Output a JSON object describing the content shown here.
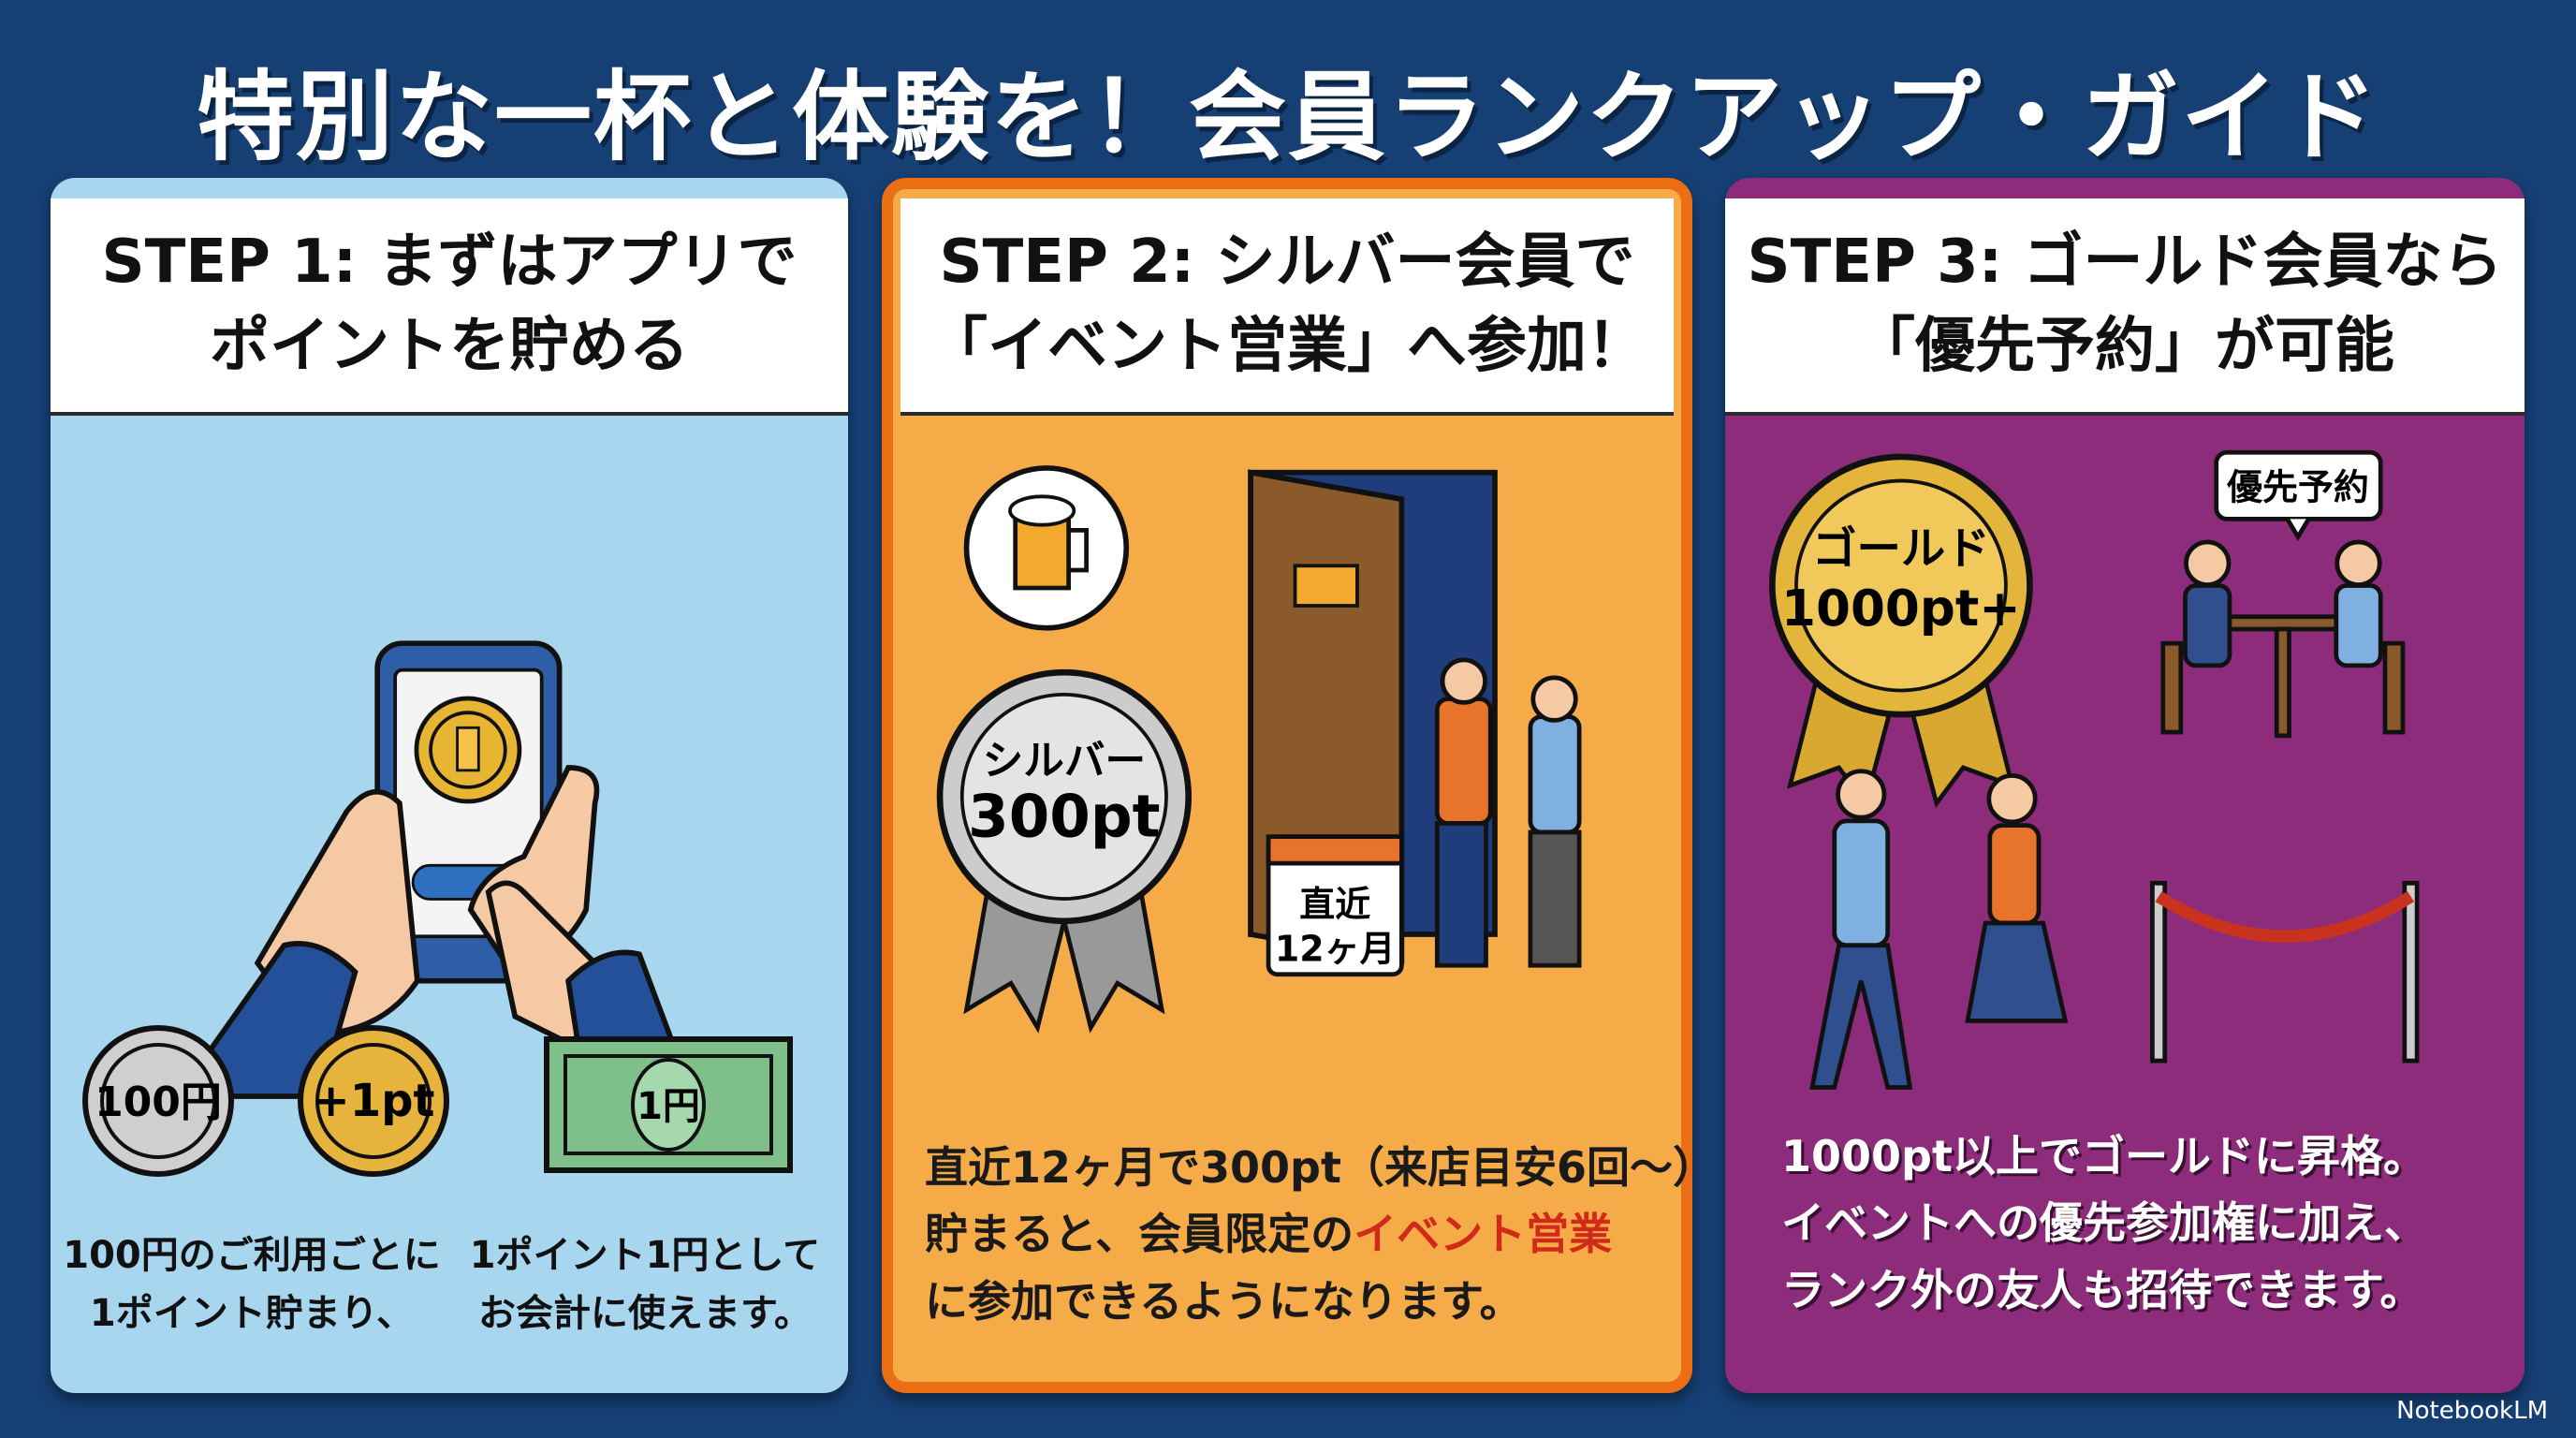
{
  "title": "特別な一杯と体験を！会員ランクアップ・ガイド",
  "steps": [
    {
      "heading_line1": "STEP 1: まずはアプリで",
      "heading_line2": "ポイントを貯める",
      "coin_labels": [
        "100円",
        "+1pt",
        "1円"
      ],
      "captions": [
        [
          "100円のご利用ごとに",
          "1ポイント貯まり、"
        ],
        [
          "1ポイント1円として",
          "お会計に使えます。"
        ]
      ]
    },
    {
      "heading_line1": "STEP 2: シルバー会員で",
      "heading_line2": "「イベント営業」へ参加！",
      "badge_line1": "シルバー",
      "badge_line2": "300pt",
      "calendar_line1": "直近",
      "calendar_line2": "12ヶ月",
      "text_line1": "直近12ヶ月で300pt（来店目安6回～）",
      "text_line2_pre": "貯まると、会員限定の",
      "text_line2_highlight": "イベント営業",
      "text_line3": "に参加できるようになります。"
    },
    {
      "heading_line1": "STEP 3: ゴールド会員なら",
      "heading_line2": "「優先予約」が可能",
      "badge_line1": "ゴールド",
      "badge_line2": "1000pt+",
      "bubble": "優先予約",
      "text_line1": "1000pt以上でゴールドに昇格。",
      "text_line2": "イベントへの優先参加権に加え、",
      "text_line3": "ランク外の友人も招待できます。"
    }
  ],
  "brand": "NotebookLM",
  "colors": {
    "background": "#163f74",
    "step1": "#a9d6ef",
    "step2": "#f5ab48",
    "step2_border": "#ec6e14",
    "step3": "#8c2c7a",
    "highlight": "#d12a1a"
  }
}
